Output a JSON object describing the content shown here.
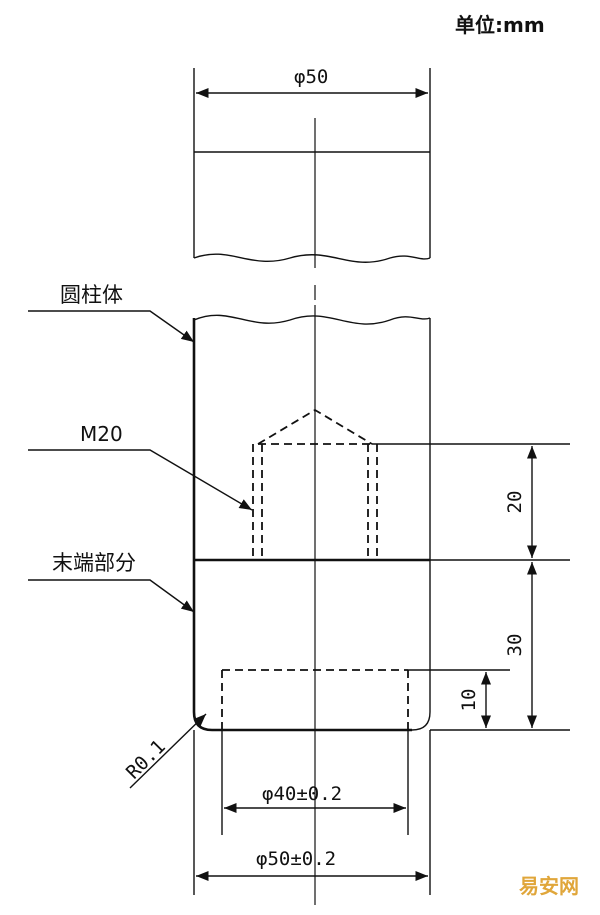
{
  "unit_label": "单位:mm",
  "dimensions": {
    "top_diameter": "φ50",
    "depth_20": "20",
    "depth_30": "30",
    "depth_10": "10",
    "radius": "R0.1",
    "bottom_inner": "φ40±0.2",
    "bottom_outer": "φ50±0.2"
  },
  "callouts": {
    "cylinder": "圆柱体",
    "thread": "M20",
    "end_part": "末端部分"
  },
  "watermark": "易安网"
}
